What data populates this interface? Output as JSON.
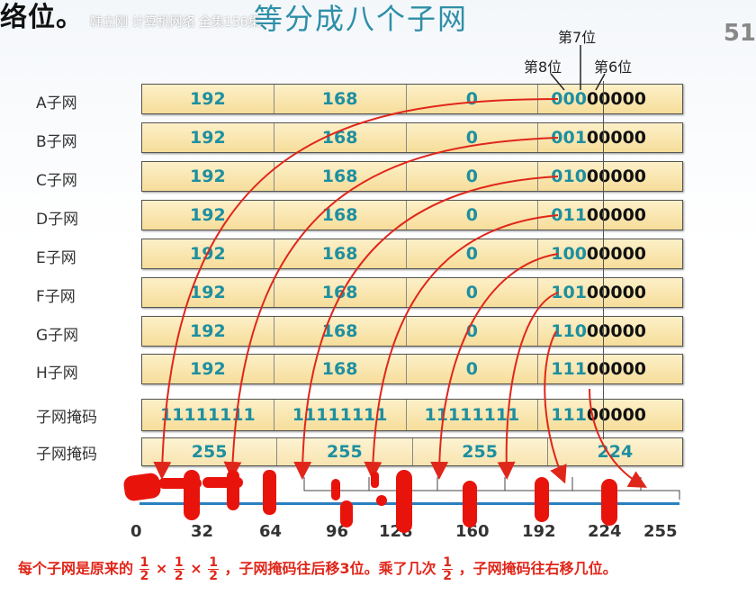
{
  "header": {
    "prev_title": "络位。",
    "watermark": "韩立刚 计算机网络 全集156集",
    "title": "等分成八个子网",
    "corner": "51"
  },
  "bit_labels": {
    "bit7": "第7位",
    "bit8": "第8位",
    "bit6": "第6位"
  },
  "rows": [
    {
      "label": "A子网",
      "cells": [
        "192",
        "168",
        "0"
      ],
      "hi": "000",
      "lo": "00000"
    },
    {
      "label": "B子网",
      "cells": [
        "192",
        "168",
        "0"
      ],
      "hi": "001",
      "lo": "00000"
    },
    {
      "label": "C子网",
      "cells": [
        "192",
        "168",
        "0"
      ],
      "hi": "010",
      "lo": "00000"
    },
    {
      "label": "D子网",
      "cells": [
        "192",
        "168",
        "0"
      ],
      "hi": "011",
      "lo": "00000"
    },
    {
      "label": "E子网",
      "cells": [
        "192",
        "168",
        "0"
      ],
      "hi": "100",
      "lo": "00000"
    },
    {
      "label": "F子网",
      "cells": [
        "192",
        "168",
        "0"
      ],
      "hi": "101",
      "lo": "00000"
    },
    {
      "label": "G子网",
      "cells": [
        "192",
        "168",
        "0"
      ],
      "hi": "110",
      "lo": "00000"
    },
    {
      "label": "H子网",
      "cells": [
        "192",
        "168",
        "0"
      ],
      "hi": "111",
      "lo": "00000"
    }
  ],
  "mask_binary": {
    "label": "子网掩码",
    "cells": [
      "11111111",
      "11111111",
      "11111111"
    ],
    "hi": "111",
    "lo": "00000"
  },
  "mask_decimal": {
    "label": "子网掩码",
    "cells": [
      "255",
      "255",
      "255",
      "224"
    ]
  },
  "axis_ticks": [
    "0",
    "32",
    "64",
    "96",
    "128",
    "160",
    "192",
    "224",
    "255"
  ],
  "note": {
    "prefix": "每个子网是原来的",
    "frac_num": "1",
    "frac_den": "2",
    "times": "×",
    "mid": "，子网掩码往后移3位。乘了几次",
    "suffix": "，子网掩码往右移几位。"
  },
  "colors": {
    "title": "#2e8fa8",
    "cell_text": "#1e8fa0",
    "arrow": "#e0261a",
    "axis": "#2a7fc0"
  }
}
